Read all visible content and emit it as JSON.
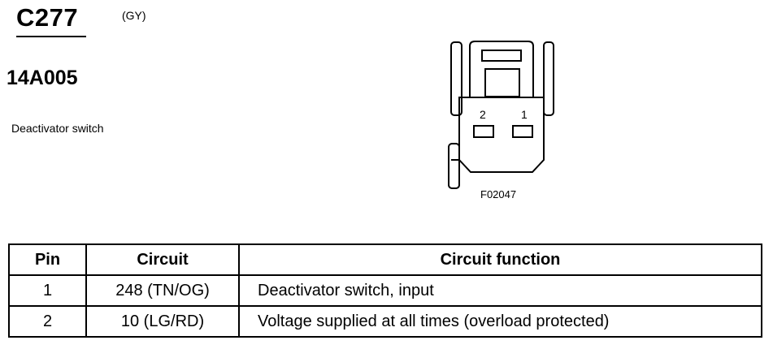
{
  "connector": {
    "id": "C277",
    "color": "(GY)",
    "part_number": "14A005",
    "description": "Deactivator switch",
    "figure_id": "F02047",
    "pin_labels": [
      "2",
      "1"
    ]
  },
  "table": {
    "headers": [
      "Pin",
      "Circuit",
      "Circuit function"
    ],
    "rows": [
      {
        "pin": "1",
        "circuit": "248 (TN/OG)",
        "function": "Deactivator switch, input"
      },
      {
        "pin": "2",
        "circuit": "10 (LG/RD)",
        "function": "Voltage supplied at all times (overload protected)"
      }
    ]
  }
}
